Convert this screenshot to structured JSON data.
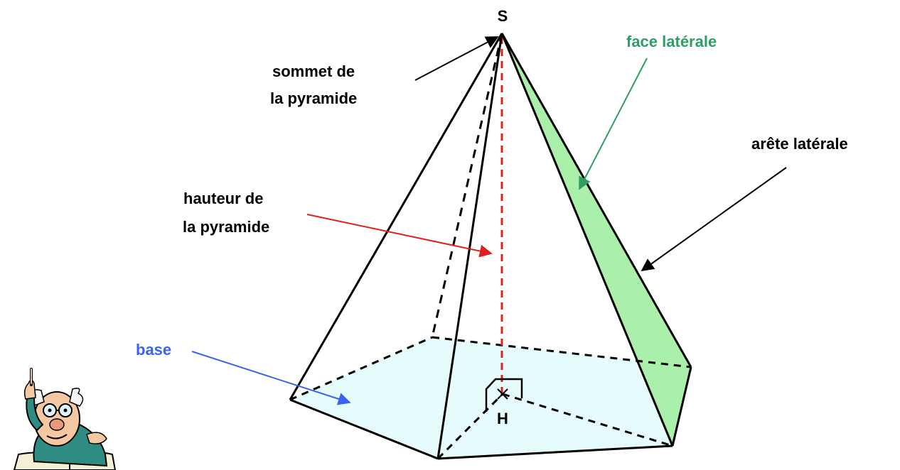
{
  "labels": {
    "apex": "S",
    "foot": "H",
    "sommet": [
      "sommet de",
      "la pyramide"
    ],
    "hauteur": [
      "hauteur de",
      "la pyramide"
    ],
    "face": "face latérale",
    "arete": "arête latérale",
    "base": "base"
  },
  "colors": {
    "edge": "#000000",
    "height_line": "#e0201f",
    "base_fill": "#e6fbfb",
    "face_fill": "#aaf0aa",
    "face_label": "#2e9e63",
    "base_label": "#3a63ee",
    "black_label": "#000000"
  },
  "icons": {
    "corner_character": "professor-cartoon"
  }
}
